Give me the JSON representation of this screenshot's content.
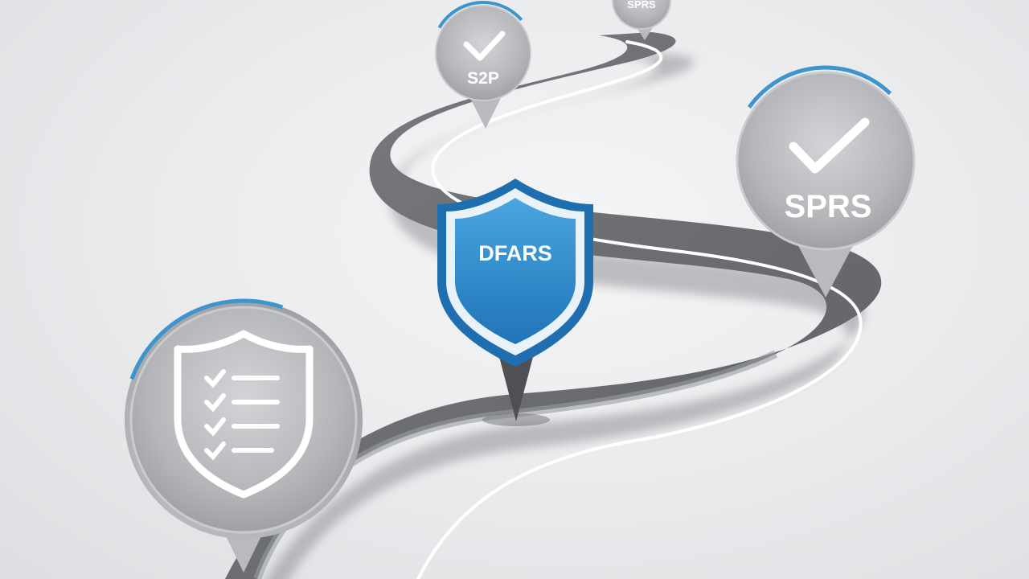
{
  "scene": {
    "markers": [
      {
        "id": "shield-checklist",
        "kind": "shield-checklist-icon"
      },
      {
        "id": "dfars",
        "label": "DFARS",
        "kind": "shield-icon"
      },
      {
        "id": "ssp",
        "label": "S2P",
        "kind": "check-icon"
      },
      {
        "id": "sprs-small",
        "label": "SPRS",
        "kind": "check-icon"
      },
      {
        "id": "sprs",
        "label": "SPRS",
        "kind": "check-icon"
      }
    ]
  },
  "colors": {
    "road": "#6c6e72",
    "road_shadow": "#8e9094",
    "road_line": "#ffffff",
    "pin_fill": "#b9bbbe",
    "pin_ring": "#3e94cc",
    "shield_blue": "#2f8fd0",
    "background": "#ecedee"
  }
}
